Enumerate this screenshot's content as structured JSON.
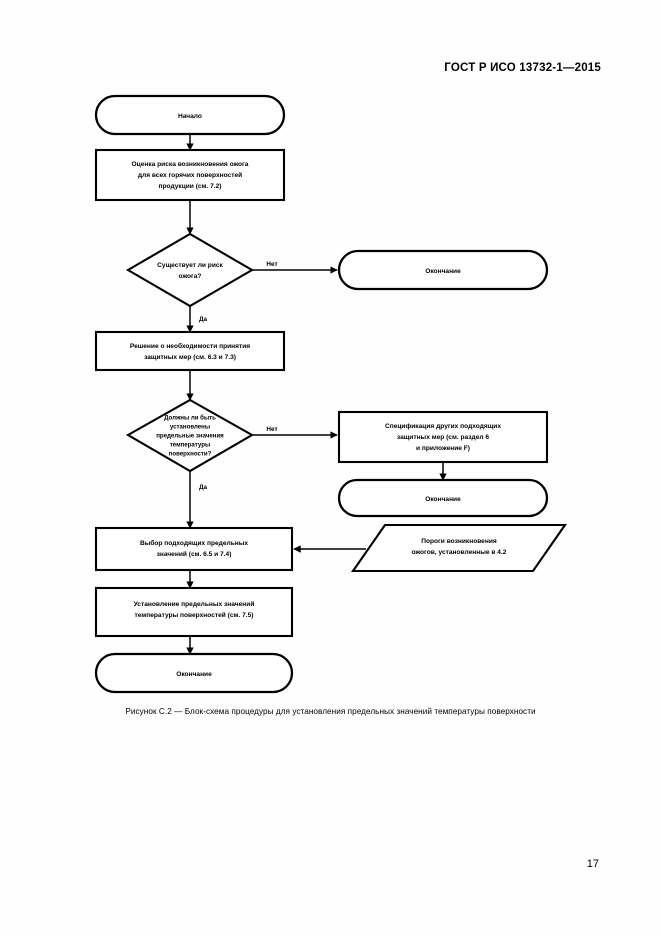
{
  "document": {
    "header": "ГОСТ Р ИСО 13732-1—2015",
    "page_number": "17",
    "caption": "Рисунок С.2 — Блок-схема процедуры для установления предельных значений температуры поверхности"
  },
  "flowchart": {
    "title": "Блок-схема процедуры для установления предельных значений температуры поверхности",
    "type": "flowchart",
    "nodes": [
      {
        "id": "start",
        "shape": "terminator",
        "lines": [
          "Начало"
        ]
      },
      {
        "id": "risk-assessment",
        "shape": "process",
        "lines": [
          "Оценка риска возникновения ожога",
          "для всех горячих поверхностей",
          "продукции (см. 7.2)"
        ]
      },
      {
        "id": "burn-risk-decision",
        "shape": "decision",
        "lines": [
          "Существует ли риск",
          "ожога?"
        ]
      },
      {
        "id": "end-no-risk",
        "shape": "terminator",
        "lines": [
          "Окончание"
        ]
      },
      {
        "id": "protective-measures-decision-process",
        "shape": "process",
        "lines": [
          "Решение о необходимости принятия",
          "защитных мер (см. 6.3 и 7.3)"
        ]
      },
      {
        "id": "limits-required-decision",
        "shape": "decision",
        "lines": [
          "Должны ли быть",
          "установлены",
          "предельные значения",
          "температуры",
          "поверхности?"
        ]
      },
      {
        "id": "other-measures-spec",
        "shape": "process",
        "lines": [
          "Спецификация других подходящих",
          "защитных мер (см. раздел 6",
          "и приложение F)"
        ]
      },
      {
        "id": "end-other-measures",
        "shape": "terminator",
        "lines": [
          "Окончание"
        ]
      },
      {
        "id": "select-limit-values",
        "shape": "process",
        "lines": [
          "Выбор подходящих предельных",
          "значений (см. 6.5 и 7.4)"
        ]
      },
      {
        "id": "burn-thresholds-data",
        "shape": "data",
        "lines": [
          "Пороги возникновения",
          "ожогов, установленные в 4.2"
        ]
      },
      {
        "id": "establish-surface-limits",
        "shape": "process",
        "lines": [
          "Установление предельных значений",
          "температуры поверхностей (см. 7.5)"
        ]
      },
      {
        "id": "end-final",
        "shape": "terminator",
        "lines": [
          "Окончание"
        ]
      }
    ],
    "edge_labels": {
      "burn_risk_no": "Нет",
      "burn_risk_yes": "Да",
      "limits_no": "Нет",
      "limits_yes": "Да"
    },
    "colors": {
      "stroke": "#000000",
      "fill": "#ffffff",
      "text": "#000000"
    }
  }
}
